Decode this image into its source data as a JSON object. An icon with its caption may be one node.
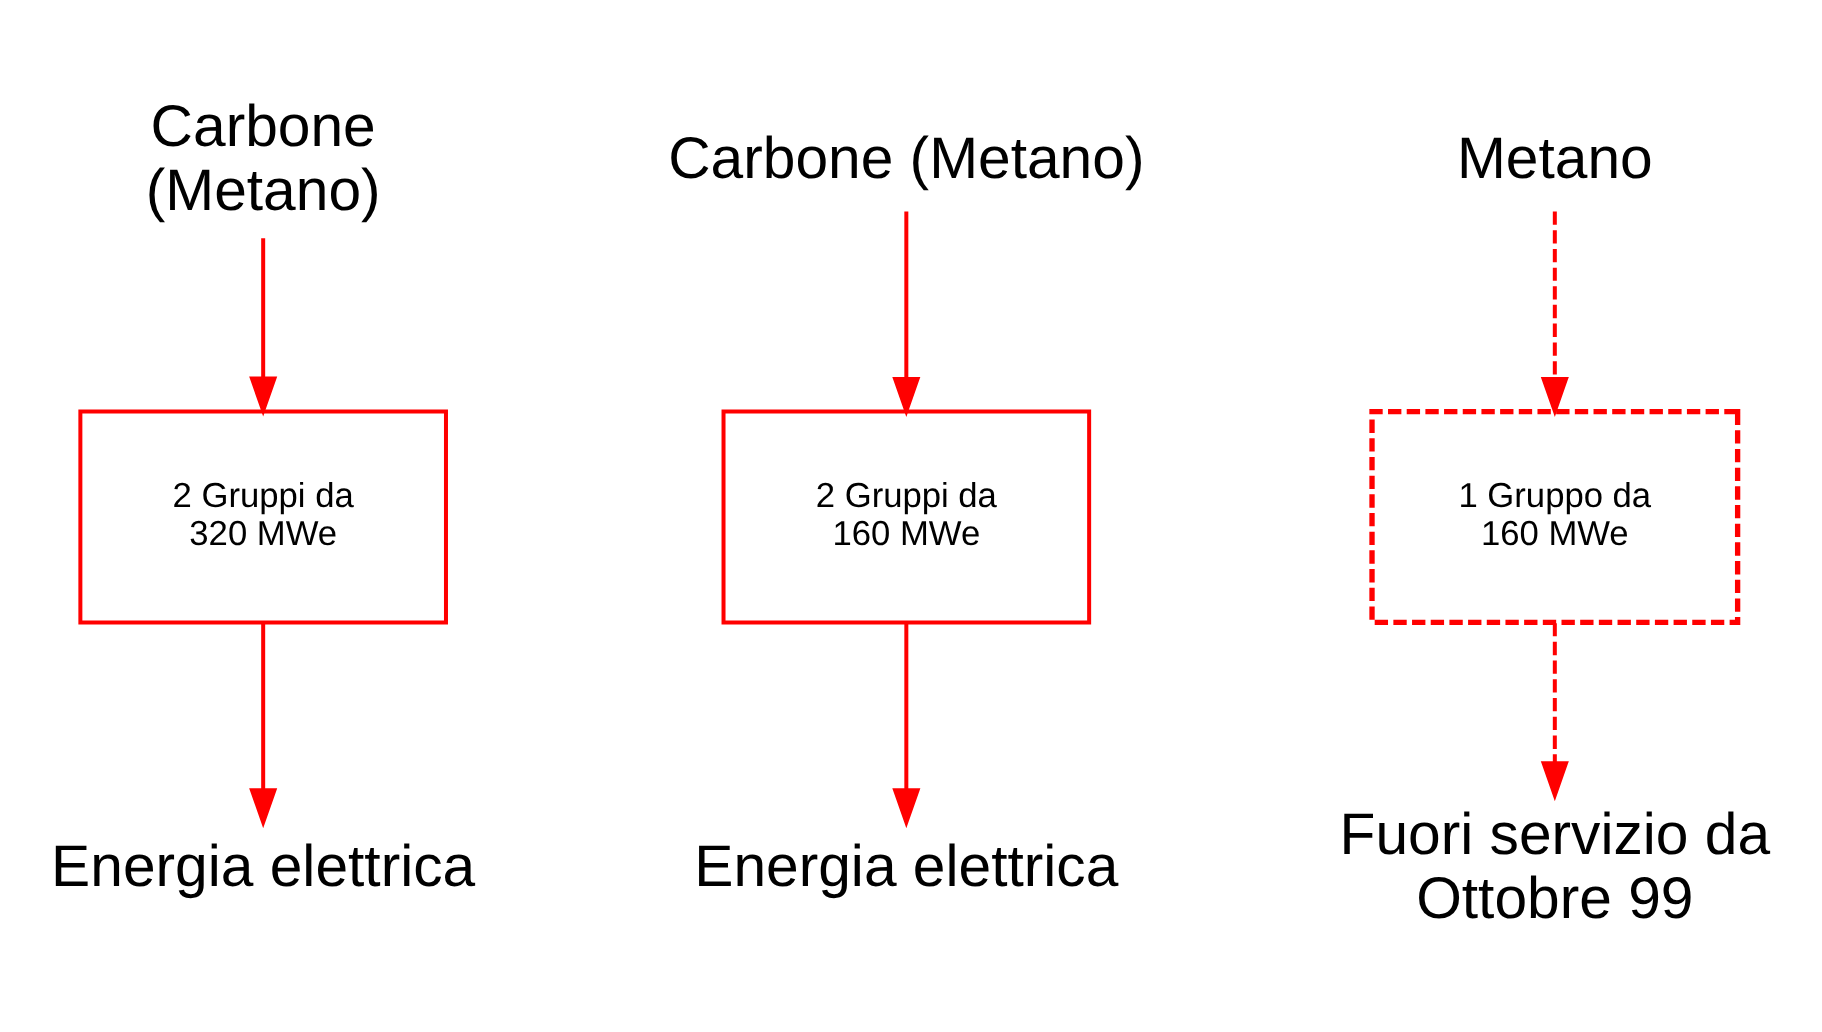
{
  "diagram": {
    "nodes": [
      {
        "text": [
          "Carbone (Metano)"
        ]
      },
      {
        "text": [
          "2 Gruppi da 320 MWe"
        ]
      },
      {
        "text": [
          "Energia elettrica"
        ]
      },
      {
        "text": [
          "Carbone (Metano)"
        ]
      },
      {
        "text": [
          "2 Gruppi da 160 MWe"
        ]
      },
      {
        "text": [
          "Energia elettrica"
        ]
      },
      {
        "text": [
          "Metano"
        ]
      },
      {
        "text": [
          "1 Gruppo da 160 MWe"
        ]
      },
      {
        "text": [
          "Fuori servizio da Ottobre 99"
        ]
      }
    ],
    "edges": [
      {
        "from": 0,
        "to": 1,
        "arrow": "to"
      },
      {
        "from": 1,
        "to": 2,
        "arrow": "to"
      },
      {
        "from": 3,
        "to": 4,
        "arrow": "to"
      },
      {
        "from": 4,
        "to": 5,
        "arrow": "to"
      },
      {
        "from": 6,
        "to": 7,
        "arrow": "to",
        "style": "dashed"
      },
      {
        "from": 7,
        "to": 8,
        "arrow": "to",
        "style": "dashed"
      }
    ]
  }
}
